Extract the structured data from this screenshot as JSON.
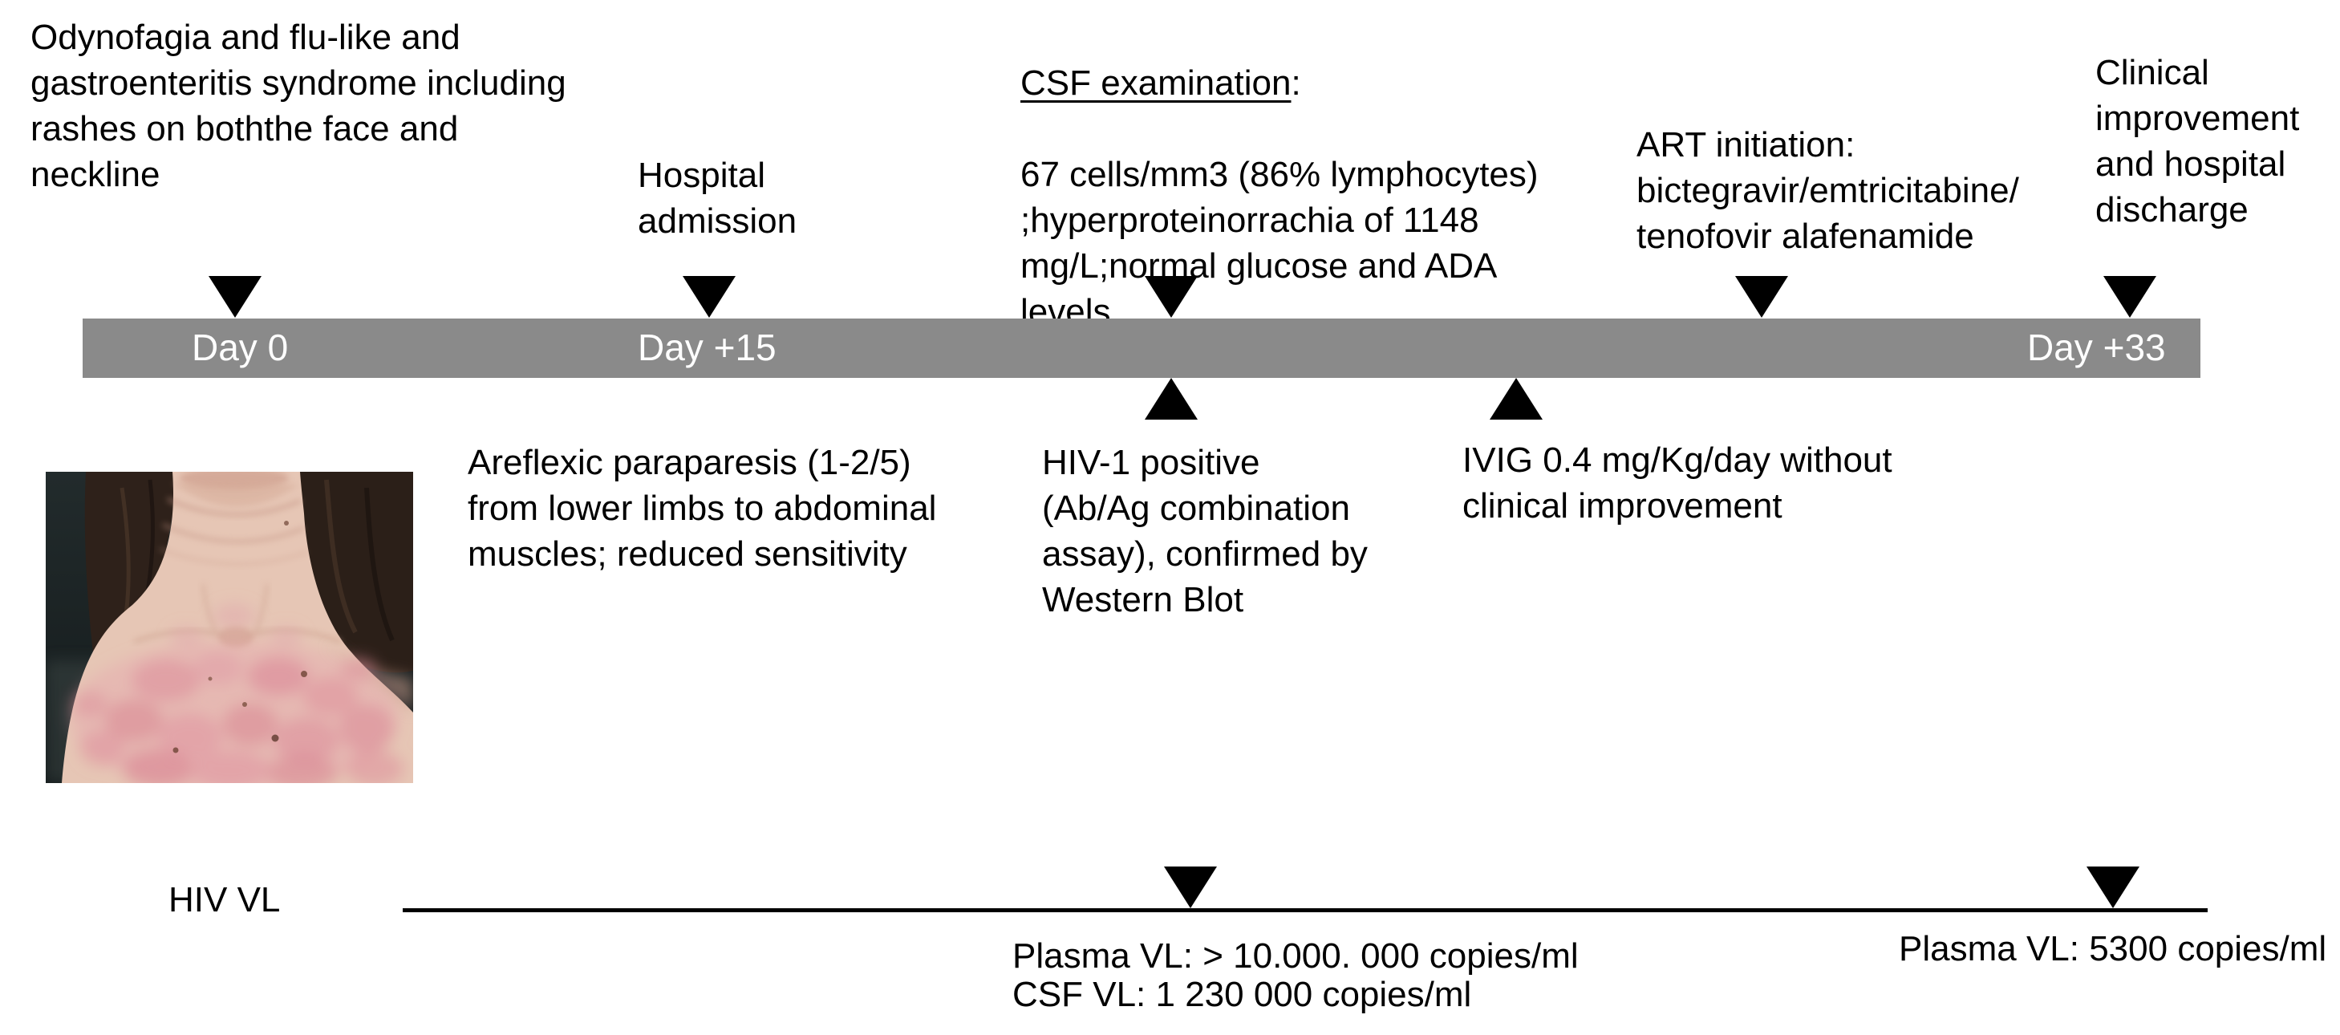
{
  "figure": {
    "timeline_bar": {
      "color": "#8a8a8a",
      "day_labels": [
        {
          "text": "Day 0"
        },
        {
          "text": "Day +15"
        },
        {
          "text": "Day +33"
        }
      ]
    },
    "events_above_bar": {
      "symptom_onset": "Odynofagia and flu-like and\ngastroenteritis syndrome including\nrashes on boththe face and\nneckline",
      "hospital_admission": "Hospital\nadmission",
      "csf_exam_title": "CSF examination",
      "csf_exam_title_suffix": ":",
      "csf_exam_findings": "67 cells/mm3 (86% lymphocytes)\n;hyperproteinorrachia of 1148\nmg/L;normal glucose and ADA\nlevels",
      "art_initiation": "ART initiation:\nbictegravir/emtricitabine/\ntenofovir alafenamide",
      "discharge": "Clinical\nimprovement\nand hospital\ndischarge"
    },
    "events_below_bar": {
      "areflexic_paraparesis": "Areflexic paraparesis (1-2/5)\nfrom lower limbs to abdominal\nmuscles; reduced sensitivity",
      "hiv1_positive": "HIV-1 positive\n(Ab/Ag combination\nassay), confirmed by\nWestern Blot",
      "ivig": "IVIG 0.4 mg/Kg/day without\nclinical improvement"
    },
    "hiv_vl_axis": {
      "label": "HIV VL",
      "measurement_day15": "Plasma VL: > 10.000. 000 copies/ml\nCSF VL: 1 230 000 copies/ml",
      "measurement_day33": "Plasma VL: 5300 copies/ml"
    },
    "photo_alt": "Photograph of patient's neck and upper chest showing diffuse erythematous rash"
  }
}
